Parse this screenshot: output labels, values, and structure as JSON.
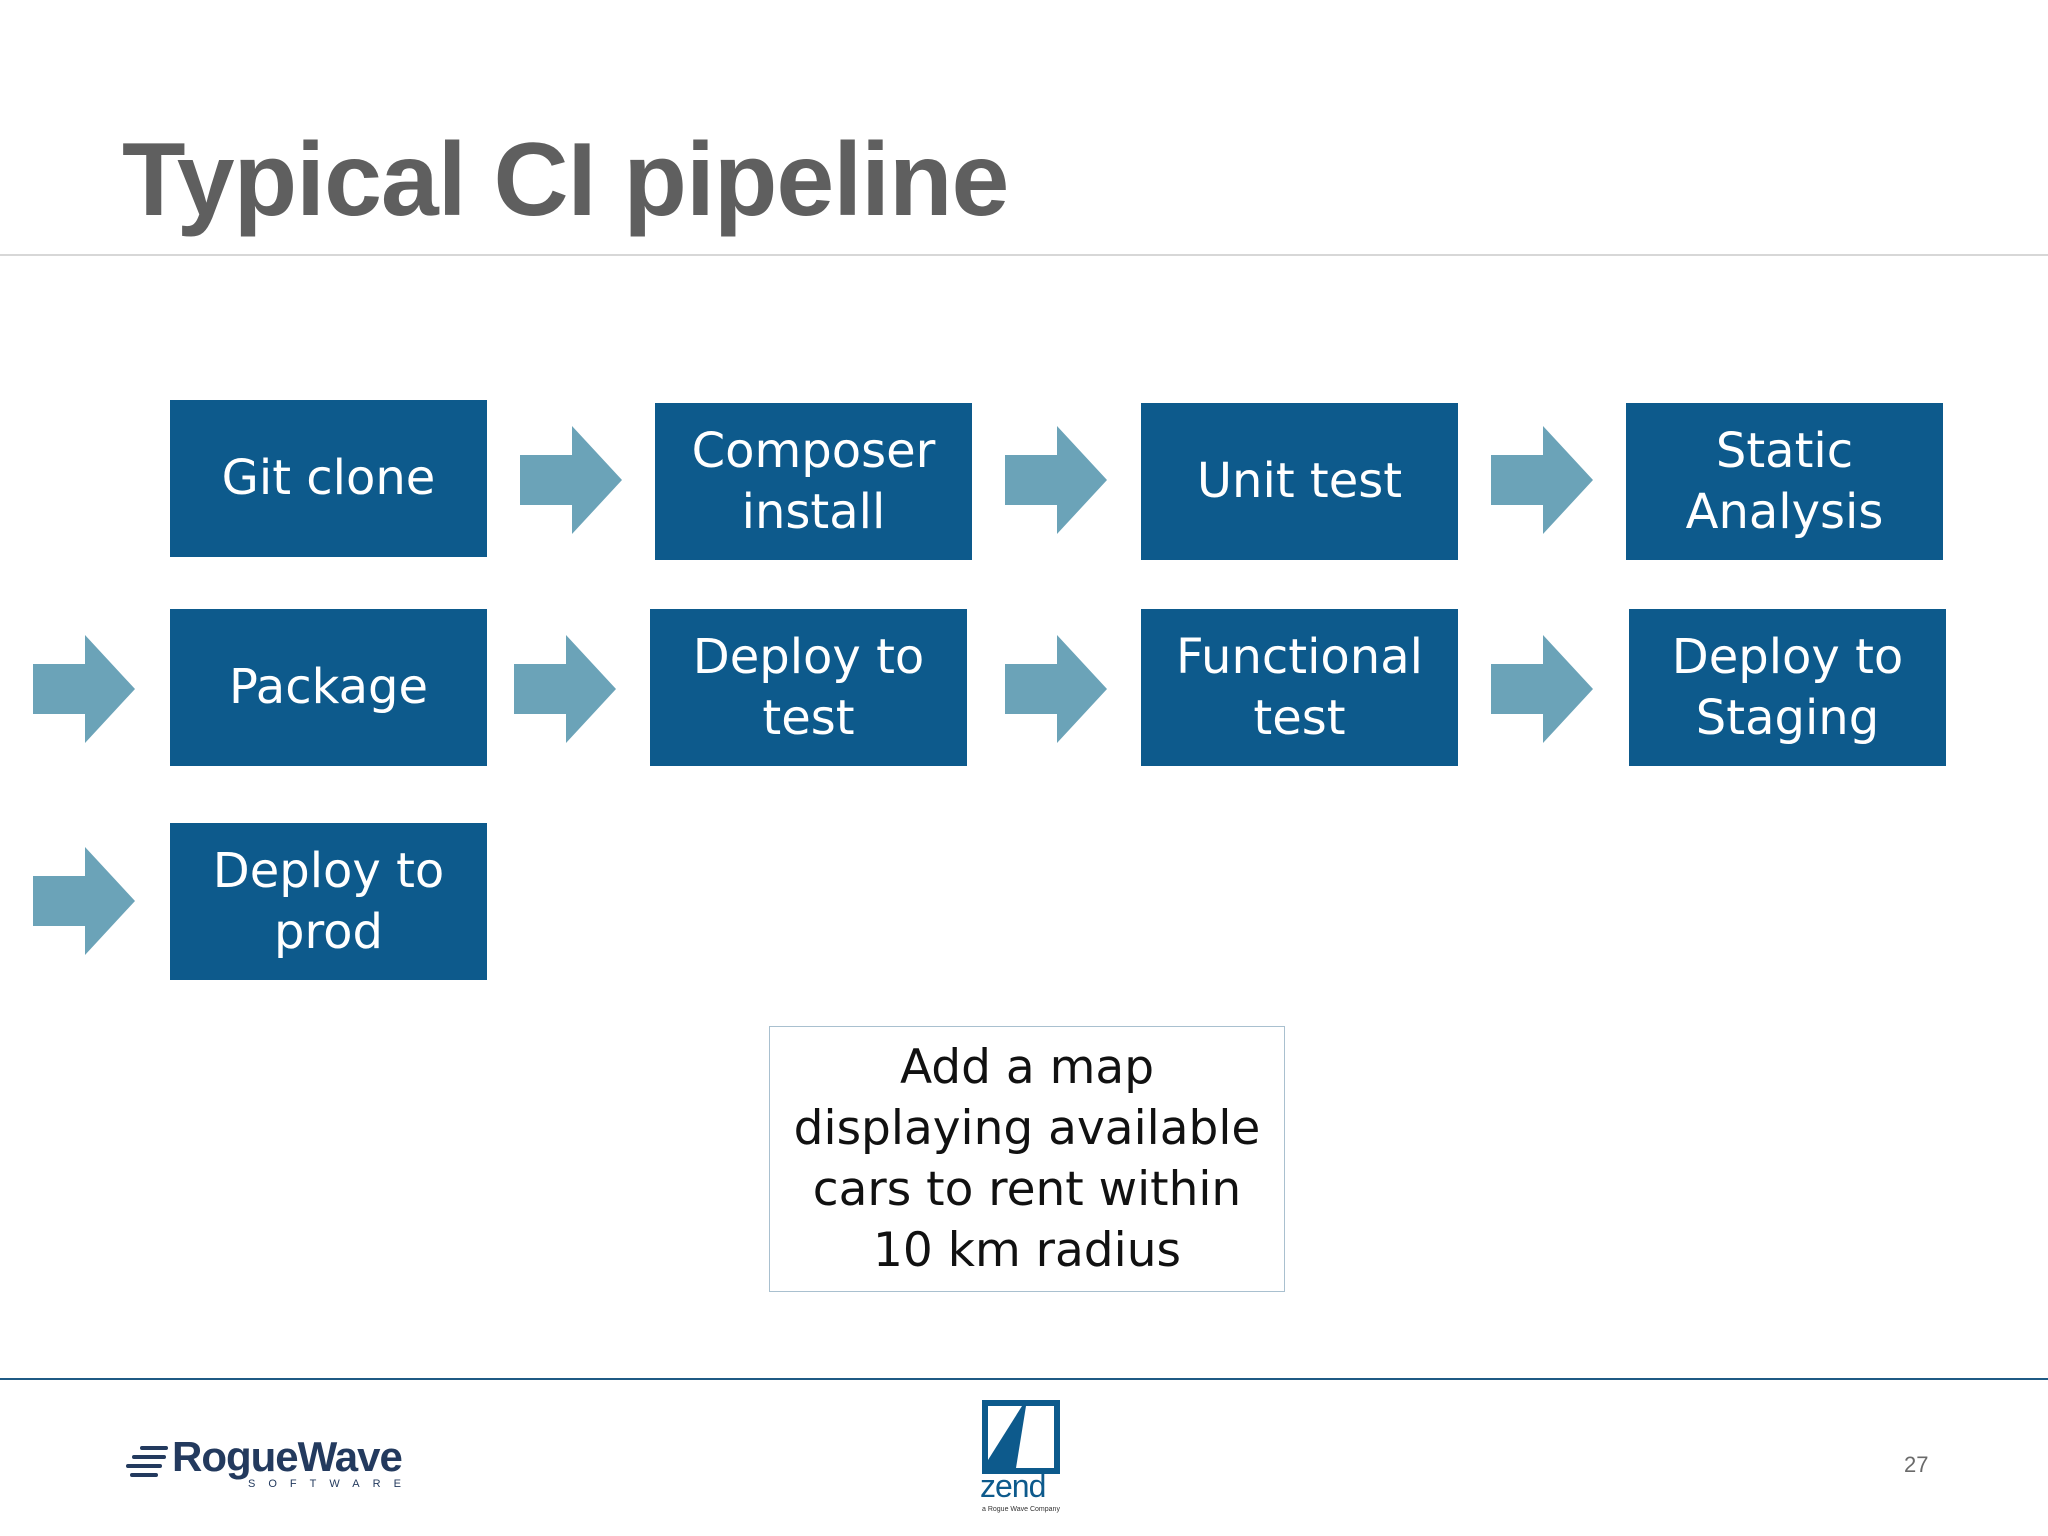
{
  "slide": {
    "title": "Typical CI pipeline",
    "page_number": "27"
  },
  "pipeline": {
    "steps": [
      "Git clone",
      "Composer\ninstall",
      "Unit test",
      "Static\nAnalysis",
      "Package",
      "Deploy to\ntest",
      "Functional\ntest",
      "Deploy to\nStaging",
      "Deploy to\nprod"
    ]
  },
  "note": {
    "text": "Add a map\ndisplaying available\ncars to rent within\n10 km radius"
  },
  "footer": {
    "roguewave_name": "RogueWave",
    "roguewave_sub": "SOFTWARE",
    "zend_name": "zend",
    "zend_sub": "a Rogue Wave Company"
  },
  "colors": {
    "box": "#0d5a8c",
    "arrow": "#6ba3b8",
    "title": "#5f5f5f"
  }
}
